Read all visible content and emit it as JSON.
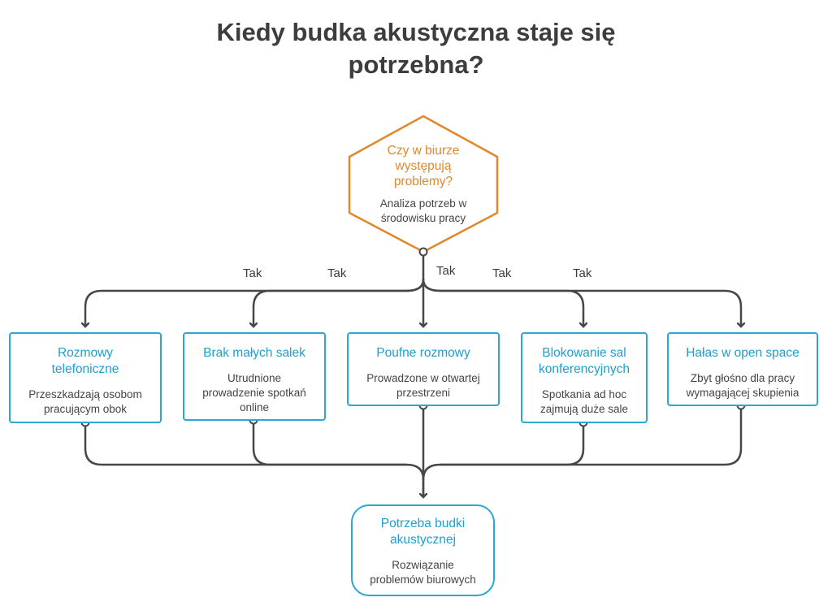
{
  "title": {
    "line1": "Kiedy budka akustyczna staje się",
    "line2": "potrzebna?"
  },
  "root": {
    "heading_lines": [
      "Czy w biurze",
      "występują",
      "problemy?"
    ],
    "desc_lines": [
      "Analiza potrzeb w",
      "środowisku pracy"
    ]
  },
  "edge_labels": [
    "Tak",
    "Tak",
    "Tak",
    "Tak",
    "Tak"
  ],
  "branches": [
    {
      "heading_lines": [
        "Rozmowy",
        "telefoniczne"
      ],
      "desc_lines": [
        "Przeszkadzają osobom",
        "pracującym obok"
      ]
    },
    {
      "heading_lines": [
        "Brak małych salek"
      ],
      "desc_lines": [
        "Utrudnione",
        "prowadzenie spotkań",
        "online"
      ]
    },
    {
      "heading_lines": [
        "Poufne rozmowy"
      ],
      "desc_lines": [
        "Prowadzone w otwartej",
        "przestrzeni"
      ]
    },
    {
      "heading_lines": [
        "Blokowanie sal",
        "konferencyjnych"
      ],
      "desc_lines": [
        "Spotkania ad hoc",
        "zajmują duże sale"
      ]
    },
    {
      "heading_lines": [
        "Hałas w open space"
      ],
      "desc_lines": [
        "Zbyt głośno dla pracy",
        "wymagającej skupienia"
      ]
    }
  ],
  "result": {
    "heading_lines": [
      "Potrzeba budki",
      "akustycznej"
    ],
    "desc_lines": [
      "Rozwiązanie",
      "problemów biurowych"
    ]
  },
  "colors": {
    "root_accent": "#e0882b",
    "box_accent": "#2aa7d2",
    "connector": "#474747"
  }
}
